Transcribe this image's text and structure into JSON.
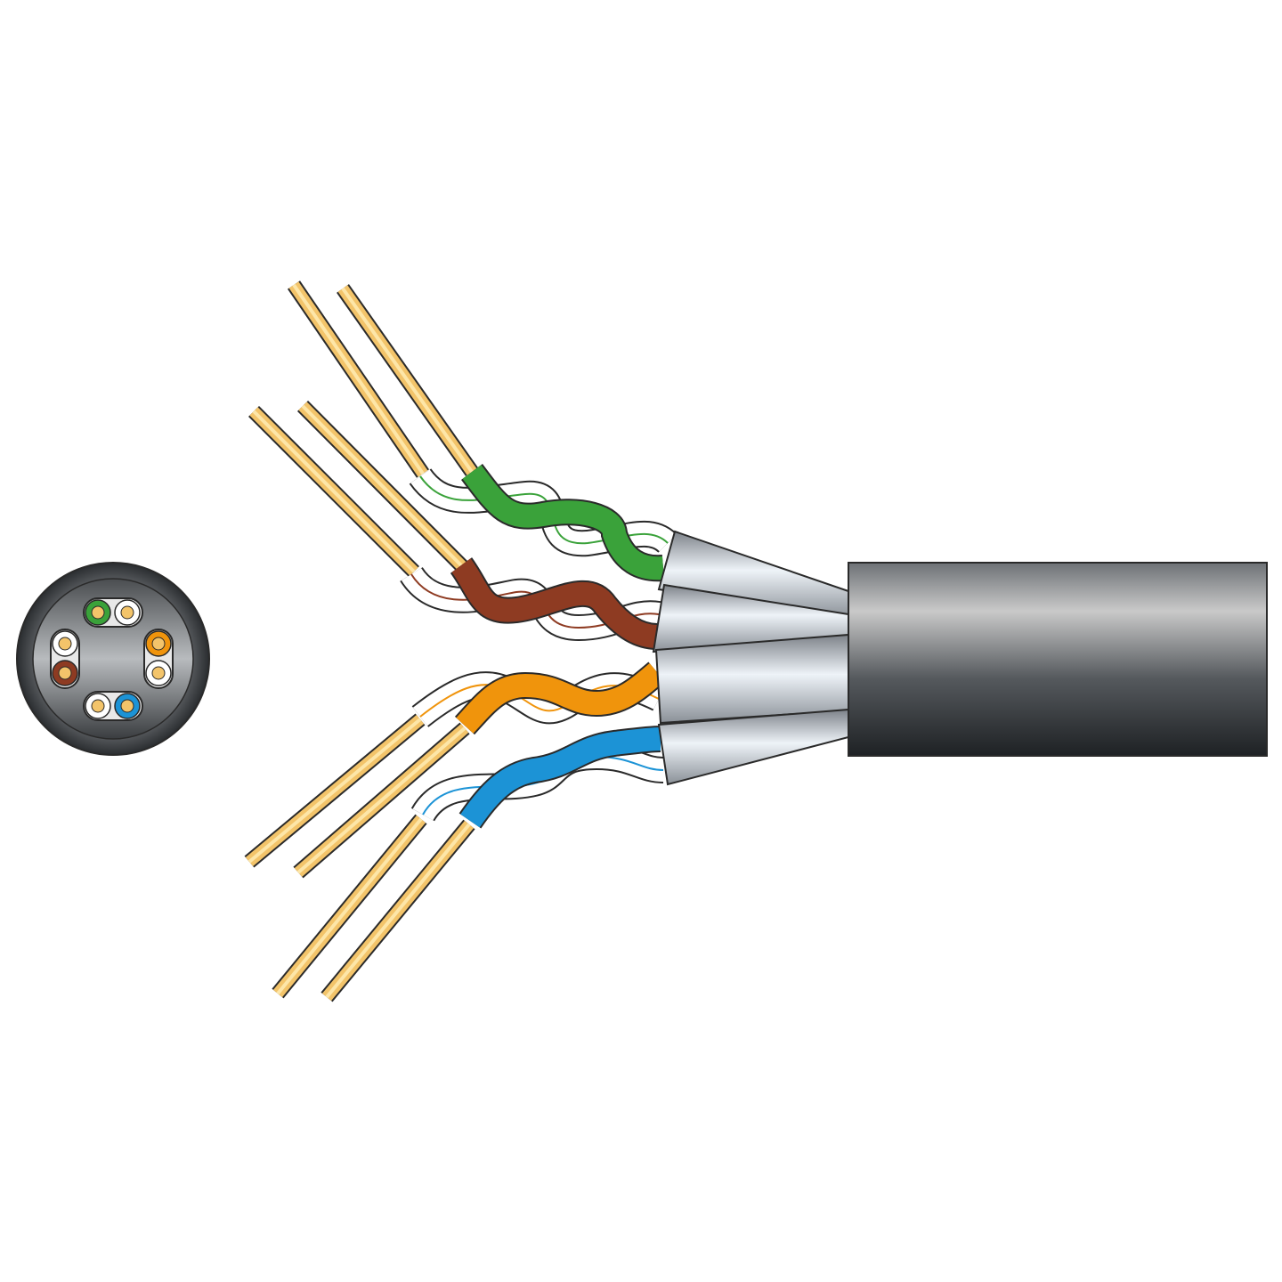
{
  "colors": {
    "background": "#ffffff",
    "jacket_light": "#c9c9c9",
    "jacket_dark": "#1e2124",
    "foil_light": "#eef3f8",
    "foil_dark": "#7d8289",
    "conductor": "#f3c46a",
    "conductor_light": "#fde6a8",
    "outline": "#2a2a2a",
    "pair_green": "#3aa23a",
    "pair_brown": "#8e3b22",
    "pair_orange": "#f0940c",
    "pair_blue": "#1c93d6",
    "pair_white": "#ffffff"
  },
  "pairs": [
    "green",
    "brown",
    "orange",
    "blue"
  ],
  "icons": [
    "cable-cross-section-icon",
    "shielded-twisted-pair-cable-illustration"
  ]
}
